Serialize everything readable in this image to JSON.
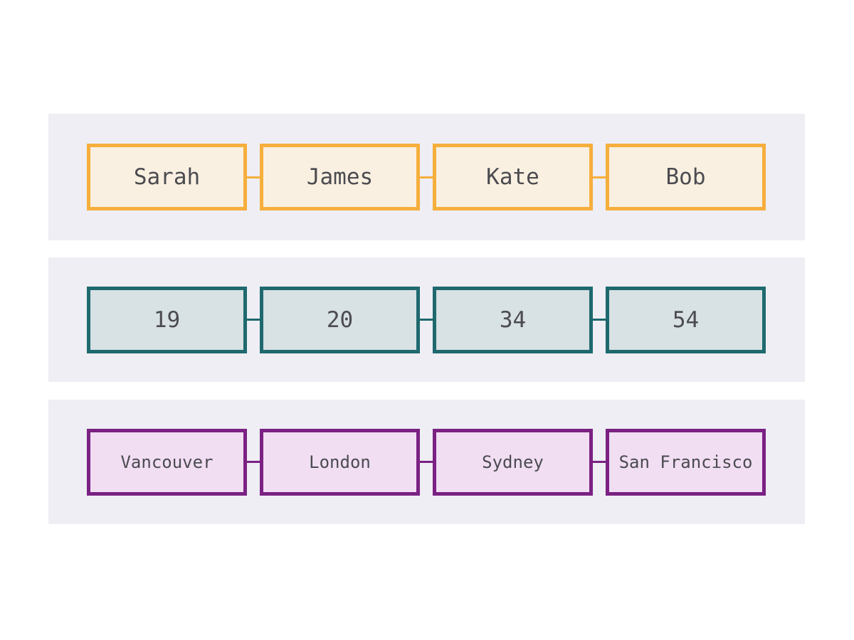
{
  "colors": {
    "page_background": "#FFFFFF",
    "band_background": "#EEEEF4",
    "text_color": "#4B4B50",
    "amber_border": "#F6AE3C",
    "amber_fill": "#F9F0E1",
    "teal_border": "#1E696E",
    "teal_fill": "#D8E1E3",
    "purple_border": "#7B2183",
    "purple_fill": "#F1DEF3"
  },
  "rows": [
    {
      "theme": "amber",
      "items": [
        "Sarah",
        "James",
        "Kate",
        "Bob"
      ]
    },
    {
      "theme": "teal",
      "items": [
        "19",
        "20",
        "34",
        "54"
      ]
    },
    {
      "theme": "purple",
      "items": [
        "Vancouver",
        "London",
        "Sydney",
        "San Francisco"
      ]
    }
  ]
}
